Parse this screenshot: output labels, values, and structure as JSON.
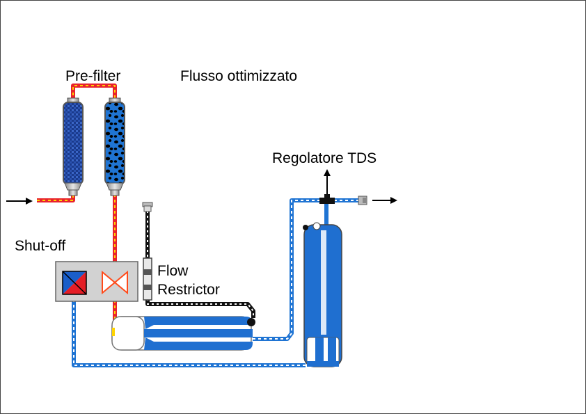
{
  "labels": {
    "prefilter": "Pre-filter",
    "mode": "Flusso ottimizzato",
    "tds_regulator": "Regolatore TDS",
    "shutoff": "Shut-off",
    "flow_restrictor_line1": "Flow",
    "flow_restrictor_line2": "Restrictor"
  },
  "colors": {
    "tap_water_line": "#e8232c",
    "tap_water_flow": "#ffd400",
    "purified_line": "#1f74d3",
    "purified_flow": "#ffffff",
    "waste_line": "#111111",
    "waste_flow": "#ffffff",
    "vessel_blue": "#1f6fd0",
    "prefilter_dark": "#1a3a8c",
    "valve_body": "#d2d2d2",
    "shutoff_red": "#e41e26",
    "shutoff_blue": "#1a5ec9",
    "valve_outline": "#ff4a1a",
    "arrow": "#000000"
  }
}
